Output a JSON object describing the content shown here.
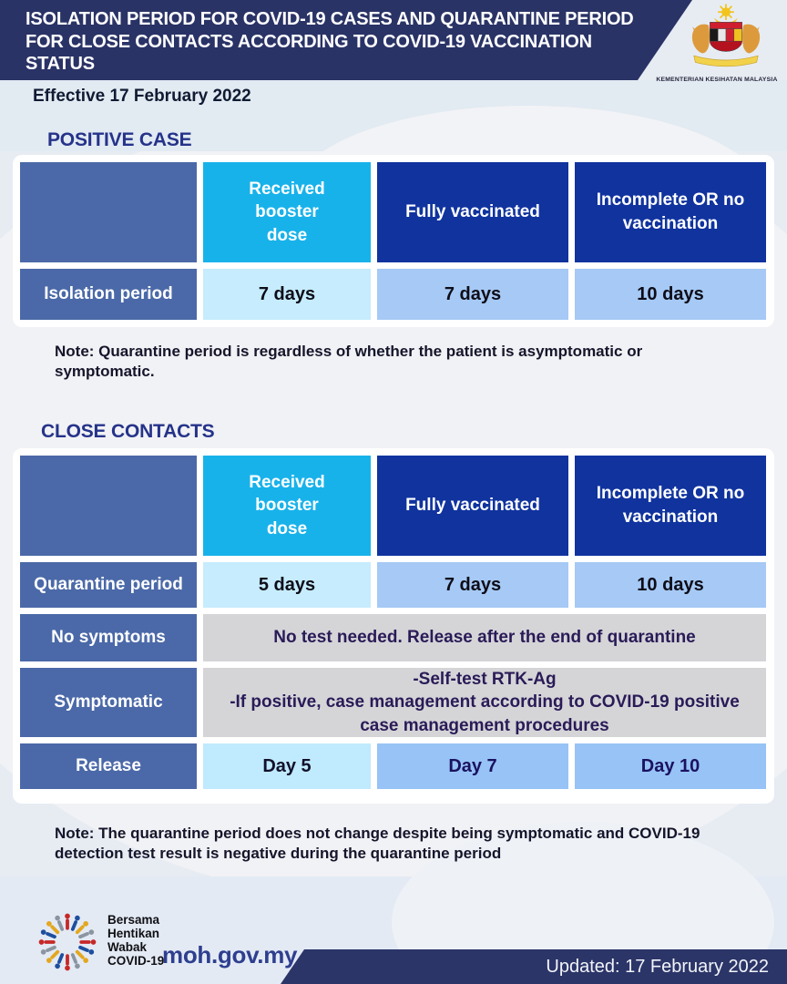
{
  "header": {
    "title": "ISOLATION PERIOD FOR COVID-19 CASES AND QUARANTINE PERIOD FOR CLOSE CONTACTS ACCORDING TO COVID-19 VACCINATION STATUS",
    "ministry": "KEMENTERIAN KESIHATAN MALAYSIA",
    "effective": "Effective 17 February 2022"
  },
  "positive_case": {
    "heading": "POSITIVE CASE",
    "columns": [
      "Received booster dose",
      "Fully vaccinated",
      "Incomplete OR no vaccination"
    ],
    "rows": [
      {
        "label": "Isolation period",
        "values": [
          "7 days",
          "7 days",
          "10 days"
        ]
      }
    ],
    "note": "Note: Quarantine period is regardless of whether the patient is asymptomatic or symptomatic."
  },
  "close_contacts": {
    "heading": "CLOSE CONTACTS",
    "columns": [
      "Received booster dose",
      "Fully vaccinated",
      "Incomplete OR no vaccination"
    ],
    "quarantine": {
      "label": "Quarantine period",
      "values": [
        "5 days",
        "7 days",
        "10 days"
      ]
    },
    "no_symptoms": {
      "label": "No symptoms",
      "text": "No test needed. Release after the end of quarantine"
    },
    "symptomatic": {
      "label": "Symptomatic",
      "line1": "-Self-test RTK-Ag",
      "line2": "-If positive, case management according to COVID-19 positive case management procedures"
    },
    "release": {
      "label": "Release",
      "values": [
        "Day 5",
        "Day 7",
        "Day 10"
      ]
    },
    "note": "Note: The quarantine period does not change despite being symptomatic and COVID-19 detection test result is negative during the quarantine period"
  },
  "footer": {
    "campaign_line1": "Bersama",
    "campaign_line2": "Hentikan",
    "campaign_line3": "Wabak",
    "campaign_line4": "COVID-19",
    "website": "moh.gov.my",
    "updated": "Updated: 17 February 2022"
  },
  "colors": {
    "band_navy": "#2a3366",
    "cell_navy": "#10339e",
    "cell_cyan": "#18b2ea",
    "cell_medium_blue": "#4b69a8",
    "cell_light_cyan": "#c6ecfd",
    "cell_light_blue": "#a6c9f5",
    "cell_gray": "#d5d5d8",
    "heading_blue": "#25338a"
  }
}
